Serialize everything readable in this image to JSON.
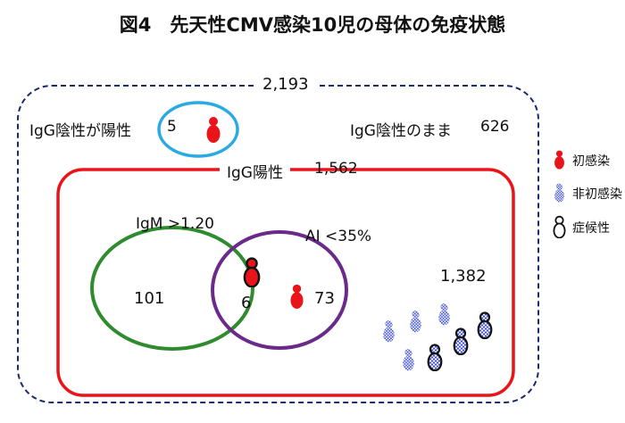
{
  "title": "図4　先天性CMV感染10児の母体の免疫状態",
  "total": {
    "count": "2,193"
  },
  "seroconversion": {
    "label": "IgG陰性が陽性",
    "count": "5"
  },
  "remain_negative": {
    "label": "IgG陰性のまま",
    "count": "626"
  },
  "igg_positive": {
    "label": "IgG陽性",
    "count": "1,562"
  },
  "igm": {
    "label": "IgM >1.20",
    "count": "101"
  },
  "ai": {
    "label": "AI <35%",
    "count": "73"
  },
  "overlap": {
    "count": "6"
  },
  "remainder": {
    "count": "1,382"
  },
  "legend": [
    {
      "label": "初感染",
      "icon": "red-solid-figure-icon"
    },
    {
      "label": "非初感染",
      "icon": "blue-checkered-figure-icon"
    },
    {
      "label": "症候性",
      "icon": "outlined-figure-icon"
    }
  ],
  "colors": {
    "navy": "#1a2a6c",
    "red": "#e8141a",
    "cyan": "#29abe2",
    "green": "#2e8b2e",
    "purple": "#6a2a8a",
    "check_blue": "#3d4fd8"
  }
}
